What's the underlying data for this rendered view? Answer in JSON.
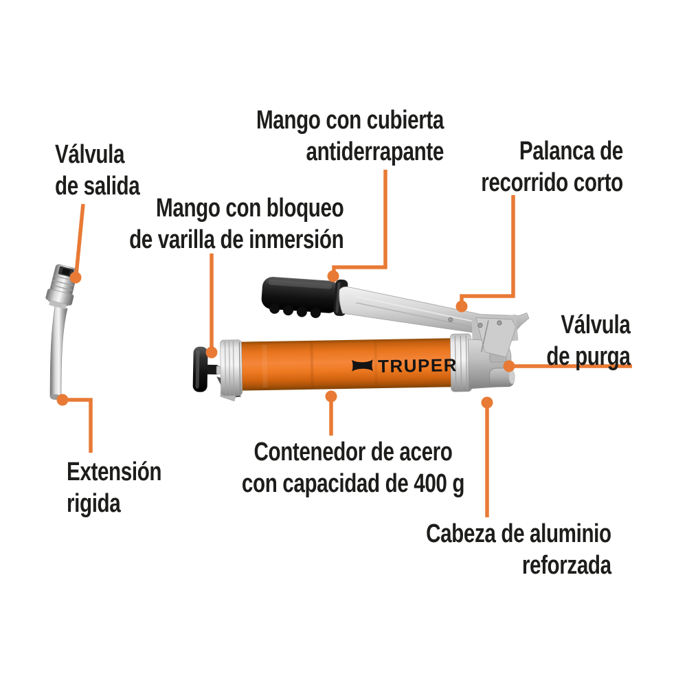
{
  "page": {
    "background": "#ffffff"
  },
  "colors": {
    "accent": "#e87a35",
    "label_text": "#1d1d1b",
    "barrel_orange": "#f07c24",
    "grip_black": "#161616",
    "metal_gray": "#c0c0c0"
  },
  "brand": {
    "logo_text": "TRUPER"
  },
  "diagram": {
    "product": "grease-gun",
    "labels": [
      {
        "id": "valvula-salida",
        "text": "Válvula\nde salida"
      },
      {
        "id": "mango-cubierta",
        "text": "Mango con cubierta\nantiderrapante"
      },
      {
        "id": "palanca",
        "text": "Palanca de\nrecorrido corto"
      },
      {
        "id": "mango-bloqueo",
        "text": "Mango con bloqueo\nde varilla de inmersión"
      },
      {
        "id": "valvula-purga",
        "text": "Válvula\nde purga"
      },
      {
        "id": "extension",
        "text": "Extensión\nrigida"
      },
      {
        "id": "contenedor",
        "text": "Contenedor de acero\ncon capacidad de 400 g"
      },
      {
        "id": "cabeza",
        "text": "Cabeza de aluminio\nreforzada"
      }
    ]
  }
}
